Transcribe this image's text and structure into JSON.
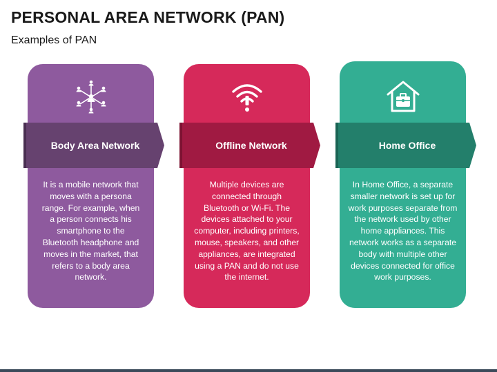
{
  "header": {
    "title": "PERSONAL AREA NETWORK (PAN)",
    "subtitle": "Examples of PAN"
  },
  "cards": [
    {
      "icon": "network-people-icon",
      "heading": "Body Area Network",
      "text": "It is a mobile network that moves with a persona range. For example, when a person connects his smartphone to the Bluetooth headphone and moves in the market, that refers to a body area network.",
      "color": "#8e5a9e",
      "band_color": "#66426f"
    },
    {
      "icon": "wifi-alert-icon",
      "heading": "Offline Network",
      "text": "Multiple devices are connected through Bluetooth or Wi-Fi. The devices attached to your computer, including printers, mouse, speakers, and other appliances, are integrated using a PAN and do not use the internet.",
      "color": "#d6295a",
      "band_color": "#a01a42"
    },
    {
      "icon": "home-office-icon",
      "heading": "Home Office",
      "text": "In Home Office, a separate smaller network is set up for work purposes separate from the network used by other home appliances. This network works as a separate body with multiple other devices connected for office work purposes.",
      "color": "#33ae93",
      "band_color": "#237f6b"
    }
  ]
}
